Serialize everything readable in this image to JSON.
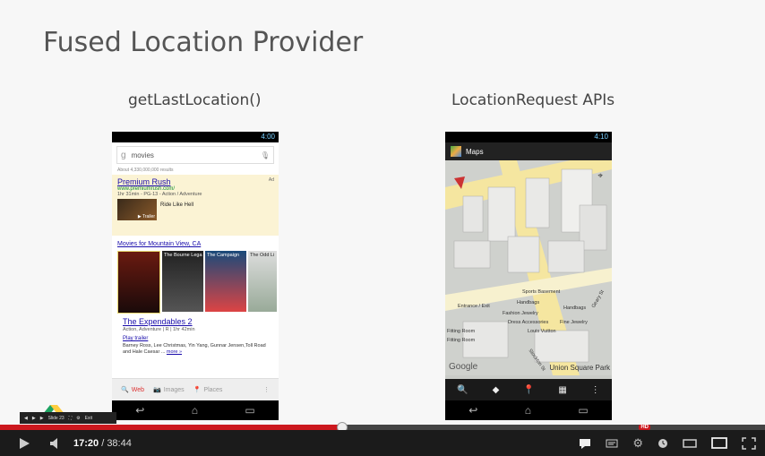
{
  "slide": {
    "title": "Fused Location Provider",
    "left_heading": "getLastLocation()",
    "right_heading": "LocationRequest APIs",
    "left_phone": {
      "clock": "4:00",
      "search_query": "movies",
      "results_count": "About 4,330,000,000 results",
      "ad": {
        "title": "Premium Rush",
        "url": "www.premiumrush.com/",
        "meta": "1hr 31min - PG-13 - Action / Adventure",
        "badge": "Ad",
        "trailer_label": "▶ Trailer",
        "trailer_text": "Ride Like Hell"
      },
      "movies_link": "Movies for Mountain View, CA",
      "posters": [
        "",
        "The Bourne Lega",
        "The Campaign",
        "The Odd Li"
      ],
      "movie_title": "The Expendables 2",
      "movie_meta": "Action, Adventure | R | 1hr 42min",
      "play_trailer": "Play trailer",
      "cast": "Barney Ross, Lee Christmas, Yin Yang, Gunnar Jensen,Toll Road and Hale Caesar ...",
      "more": "more »",
      "tabs": [
        "Web",
        "Images",
        "Places"
      ]
    },
    "right_phone": {
      "clock": "4:10",
      "app_title": "Maps",
      "labels": [
        "Sports Basement",
        "Handbags",
        "Entrance / Exit",
        "Fashion Jewelry",
        "Handbags",
        "Dress Accessories",
        "Fine Jewelry",
        "Fitting Room",
        "Louis Vuitton",
        "Fitting Room",
        "Union Square Park",
        "Stockton St",
        "Geary St",
        "Google"
      ]
    }
  },
  "slide_controls": {
    "slide_label": "Slide 23",
    "exit": "Exit"
  },
  "player": {
    "current_time": "17:20",
    "separator": " / ",
    "duration": "38:44",
    "progress_fraction": 0.447,
    "hd_badge": "HD"
  }
}
